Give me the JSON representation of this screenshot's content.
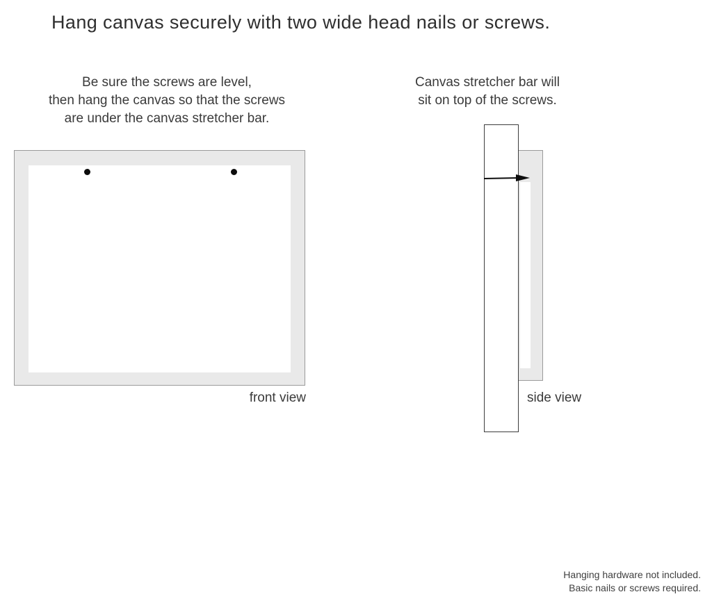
{
  "title": "Hang canvas securely with two wide head nails or screws.",
  "front_view": {
    "instructions": [
      "Be sure the screws are level,",
      "then hang the canvas so that the screws",
      "are under the canvas stretcher bar."
    ],
    "label": "front view"
  },
  "side_view": {
    "instructions": [
      "Canvas stretcher bar will",
      "sit on top of the screws."
    ],
    "label": "side view"
  },
  "footer": {
    "lines": [
      "Hanging hardware not included.",
      "Basic nails or screws required."
    ]
  },
  "colors": {
    "text": "#3a3a3a",
    "canvas_fill": "#e9e9e9",
    "canvas_border": "#9a9a9a",
    "bar_border": "#3c3c3c",
    "screw": "#0d0d0d"
  }
}
